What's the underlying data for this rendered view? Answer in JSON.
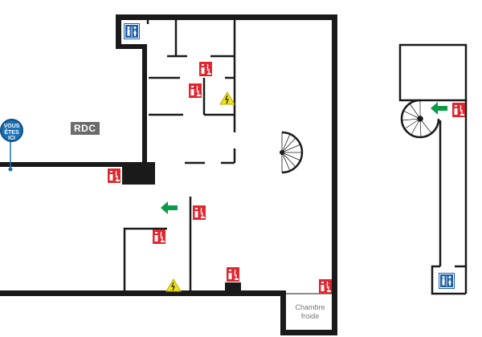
{
  "map": {
    "floor_label": "RDC",
    "you_are_here": [
      "VOUS",
      "ÊTES",
      "ICI"
    ],
    "rooms": {
      "cold_room": [
        "Chambre",
        "froide"
      ]
    },
    "colors": {
      "wall": "#1a1a1a",
      "extinguisher": "#e0262f",
      "exit_arrow": "#0a9b46",
      "warning": "#f2e21a",
      "wc": "#1e5fa8",
      "you_are_here": "#1a6fb5"
    }
  }
}
